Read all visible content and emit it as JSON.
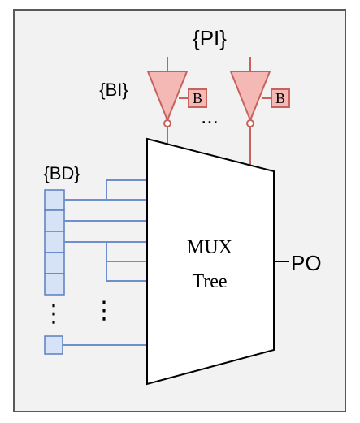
{
  "labels": {
    "pi": "{PI}",
    "bi": "{BI}",
    "bd": "{BD}",
    "po": "PO",
    "mux_line1": "MUX",
    "mux_line2": "Tree",
    "buffer_badge": "B",
    "ellipsis_h": "...",
    "ellipsis_v": "⋮"
  },
  "colors": {
    "panel_fill": "#f2f2f2",
    "panel_border": "#595959",
    "buffer_fill": "#f4b9b5",
    "buffer_stroke": "#c8625c",
    "register_fill": "#d6e3f7",
    "register_stroke": "#5a7fc0",
    "wire_blue": "#6e8fcc",
    "mux_fill": "#ffffff",
    "mux_stroke": "#000000"
  }
}
